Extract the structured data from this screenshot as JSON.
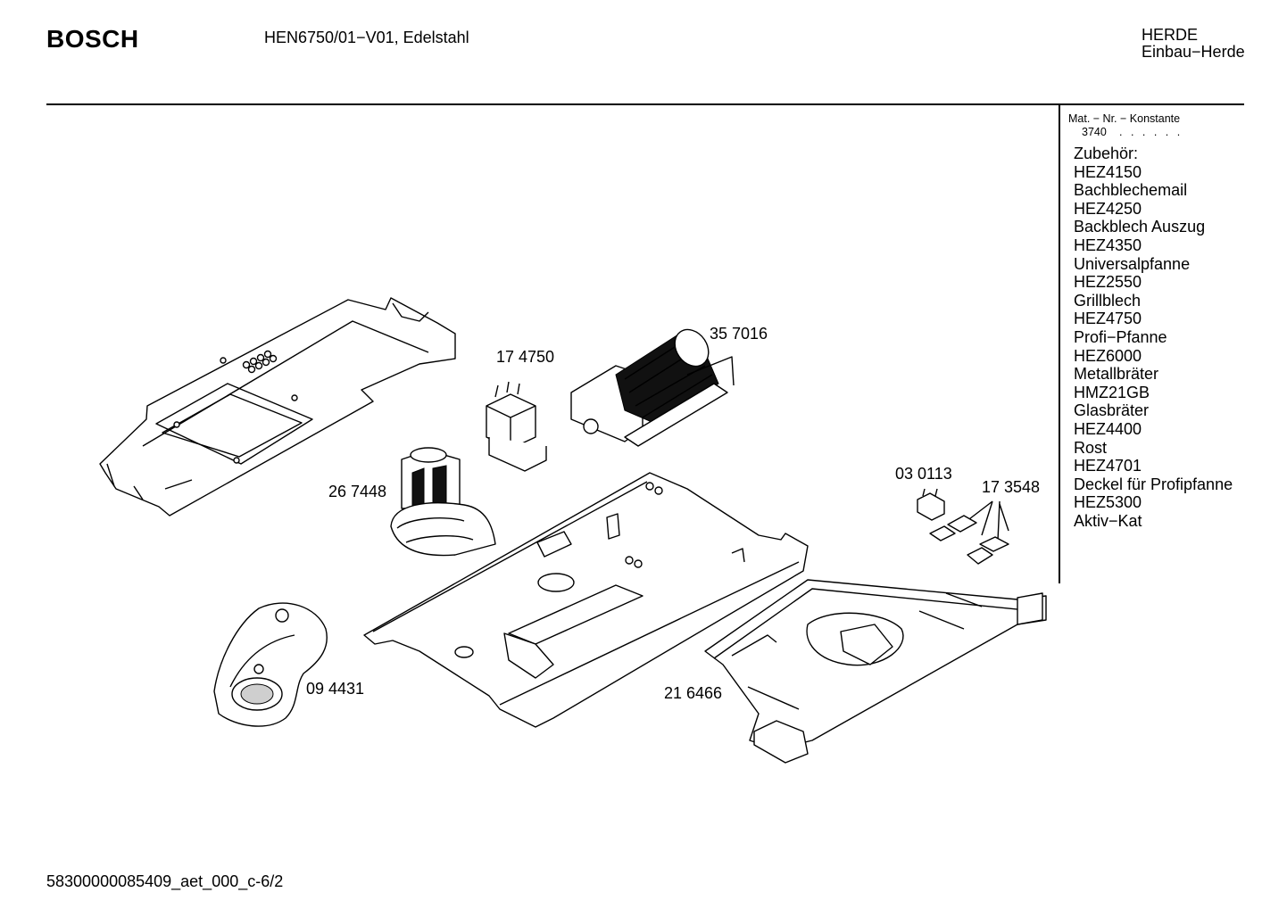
{
  "header": {
    "brand": "BOSCH",
    "model": "HEN6750/01−V01, Edelstahl",
    "category_line1": "HERDE",
    "category_line2": "Einbau−Herde"
  },
  "material": {
    "label": "Mat. − Nr. − Konstante",
    "value": "3740",
    "dots": ". . . . . ."
  },
  "accessories": [
    "Zubehör:",
    "HEZ4150",
    "Bachblechemail",
    "HEZ4250",
    "Backblech Auszug",
    "HEZ4350",
    "Universalpfanne",
    "HEZ2550",
    "Grillblech",
    "HEZ4750",
    "Profi−Pfanne",
    "HEZ6000",
    "Metallbräter",
    "HMZ21GB",
    "Glasbräter",
    "HEZ4400",
    "Rost",
    "HEZ4701",
    "Deckel für Profipfanne",
    "HEZ5300",
    "Aktiv−Kat"
  ],
  "parts": {
    "p357016": "35 7016",
    "p174750": "17 4750",
    "p267448": "26 7448",
    "p030113": "03 0113",
    "p173548": "17 3548",
    "p094431": "09 4431",
    "p216466": "21 6466"
  },
  "footer": "58300000085409_aet_000_c-6/2"
}
